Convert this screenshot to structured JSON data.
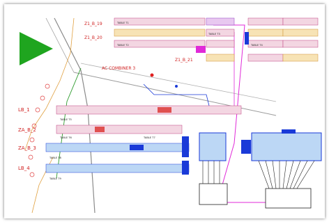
{
  "drawing": {
    "site_labels": [
      "Z1_B_19",
      "Z1_B_20",
      "Z1_B_21"
    ],
    "row_labels": [
      "LB_1",
      "ZA_B_2",
      "ZA_B_3",
      "LB_4"
    ],
    "table_labels": [
      "TABLE T1",
      "TABLE T2",
      "TABLE T3",
      "TABLE T4",
      "TABLE T5",
      "TABLE T6",
      "TABLE T7",
      "TABLE T8",
      "TABLE T9"
    ],
    "note_label": "AC COMBINER 3"
  },
  "colors": {
    "accent_green": "#1fa51f",
    "label_red": "#d02020",
    "road_gray": "#8a8a8a",
    "table_fill_pink": "#f3d6e2",
    "table_fill_blue": "#bcd7f5",
    "block_blue": "#1a3ad8",
    "magenta": "#e02ad8"
  }
}
